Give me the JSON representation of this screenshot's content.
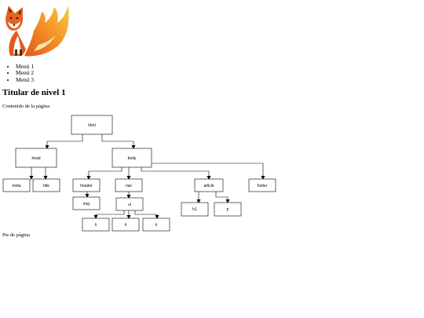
{
  "logo": {
    "icon": "firefox-fox-icon"
  },
  "menu": {
    "items": [
      "Menú 1",
      "Menú 2",
      "Menú 3"
    ]
  },
  "heading": "Titular de nivel 1",
  "content": "Contenido de la página",
  "footer": "Pie de página",
  "tree": {
    "html": "html",
    "head": "head",
    "body": "body",
    "meta": "meta",
    "title": "title",
    "header": "header",
    "img": "img",
    "nav": "nav",
    "ul": "ul",
    "li1": "li",
    "li2": "li",
    "li3": "li",
    "article": "article",
    "h1": "h1",
    "p": "p",
    "footer": "footer"
  }
}
